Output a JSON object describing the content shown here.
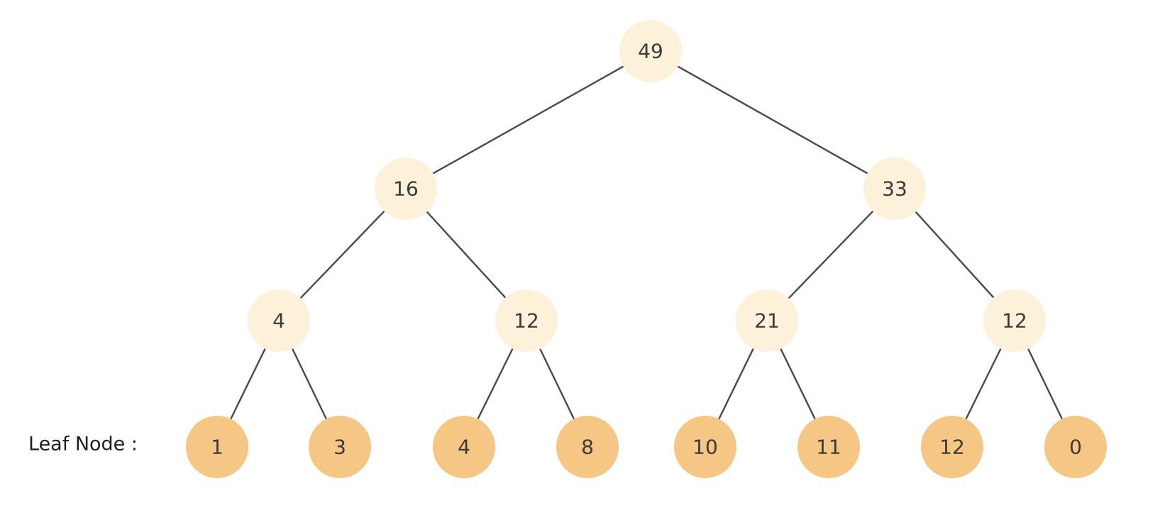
{
  "colors": {
    "internal_fill": "#fdf1d9",
    "leaf_fill": "#f6c784",
    "edge": "#4a4a4a",
    "text": "#3a3a3a"
  },
  "caption": {
    "leaf_label": "Leaf Node :"
  },
  "tree": {
    "root": {
      "value": "49"
    },
    "level1": [
      {
        "value": "16"
      },
      {
        "value": "33"
      }
    ],
    "level2": [
      {
        "value": "4"
      },
      {
        "value": "12"
      },
      {
        "value": "21"
      },
      {
        "value": "12"
      }
    ],
    "leaves": [
      {
        "value": "1"
      },
      {
        "value": "3"
      },
      {
        "value": "4"
      },
      {
        "value": "8"
      },
      {
        "value": "10"
      },
      {
        "value": "11"
      },
      {
        "value": "12"
      },
      {
        "value": "0"
      }
    ]
  }
}
